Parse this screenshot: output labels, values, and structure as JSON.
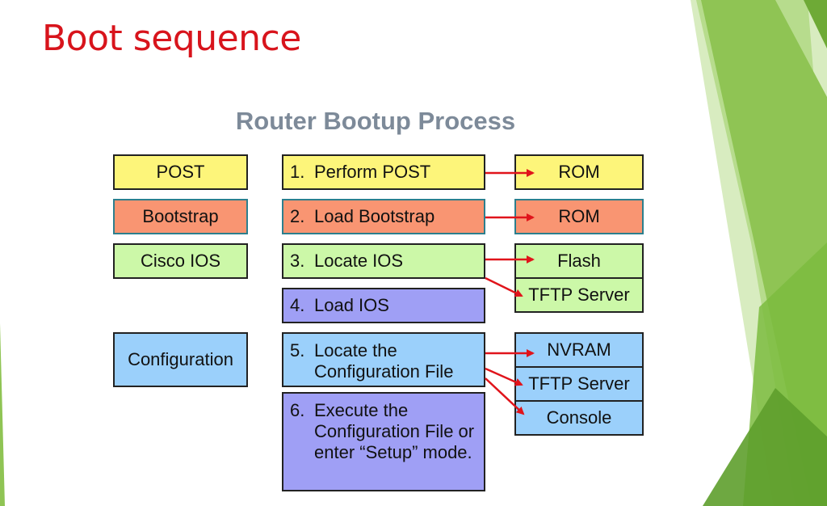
{
  "slide": {
    "title": "Boot sequence"
  },
  "diagram": {
    "title": "Router Bootup Process",
    "phases": [
      {
        "label": "POST"
      },
      {
        "label": "Bootstrap"
      },
      {
        "label": "Cisco IOS"
      },
      {
        "label": "Configuration"
      }
    ],
    "steps": [
      {
        "num": "1.",
        "text": "Perform POST"
      },
      {
        "num": "2.",
        "text": "Load Bootstrap"
      },
      {
        "num": "3.",
        "text": "Locate IOS"
      },
      {
        "num": "4.",
        "text": "Load IOS"
      },
      {
        "num": "5.",
        "text": "Locate the Configuration File"
      },
      {
        "num": "6.",
        "text": "Execute the Configuration File or enter “Setup” mode."
      }
    ],
    "sources": [
      {
        "label": "ROM"
      },
      {
        "label": "ROM"
      },
      {
        "label": "Flash"
      },
      {
        "label": "TFTP Server"
      },
      {
        "label": "NVRAM"
      },
      {
        "label": "TFTP Server"
      },
      {
        "label": "Console"
      }
    ]
  },
  "colors": {
    "title_red": "#d8141c",
    "post_yellow": "#fdf57a",
    "bootstrap_orange": "#f99572",
    "ios_green": "#ccf8a8",
    "load_purple": "#9f9ff5",
    "config_blue": "#9bd0fb",
    "arrow_red": "#e0141b",
    "deco_green": "#74b43c"
  }
}
